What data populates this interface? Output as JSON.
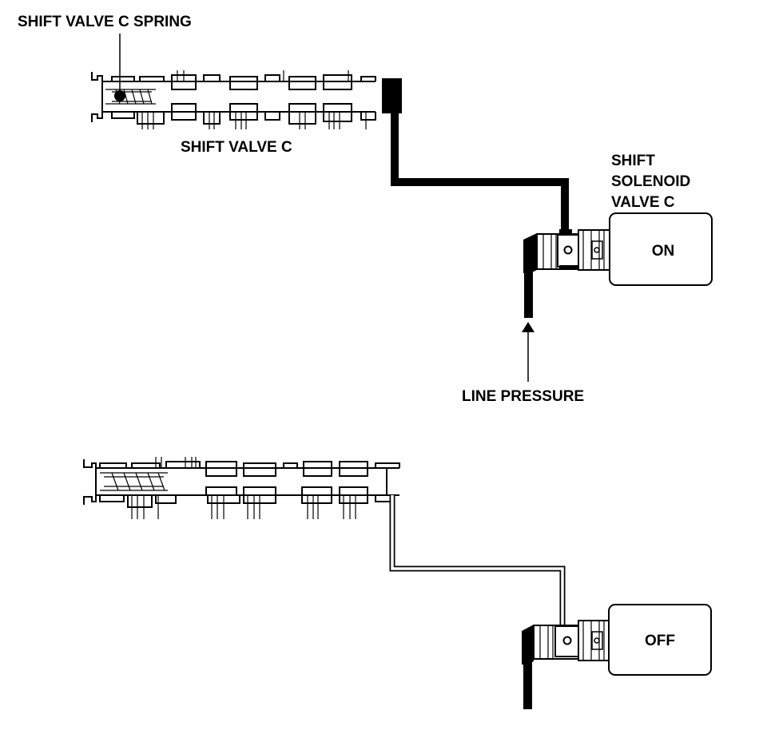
{
  "labels": {
    "spring": "SHIFT VALVE C SPRING",
    "valve": "SHIFT VALVE C",
    "solenoid_line1": "SHIFT",
    "solenoid_line2": "SOLENOID",
    "solenoid_line3": "VALVE C",
    "line_pressure": "LINE PRESSURE"
  },
  "states": {
    "top": "ON",
    "bottom": "OFF"
  }
}
